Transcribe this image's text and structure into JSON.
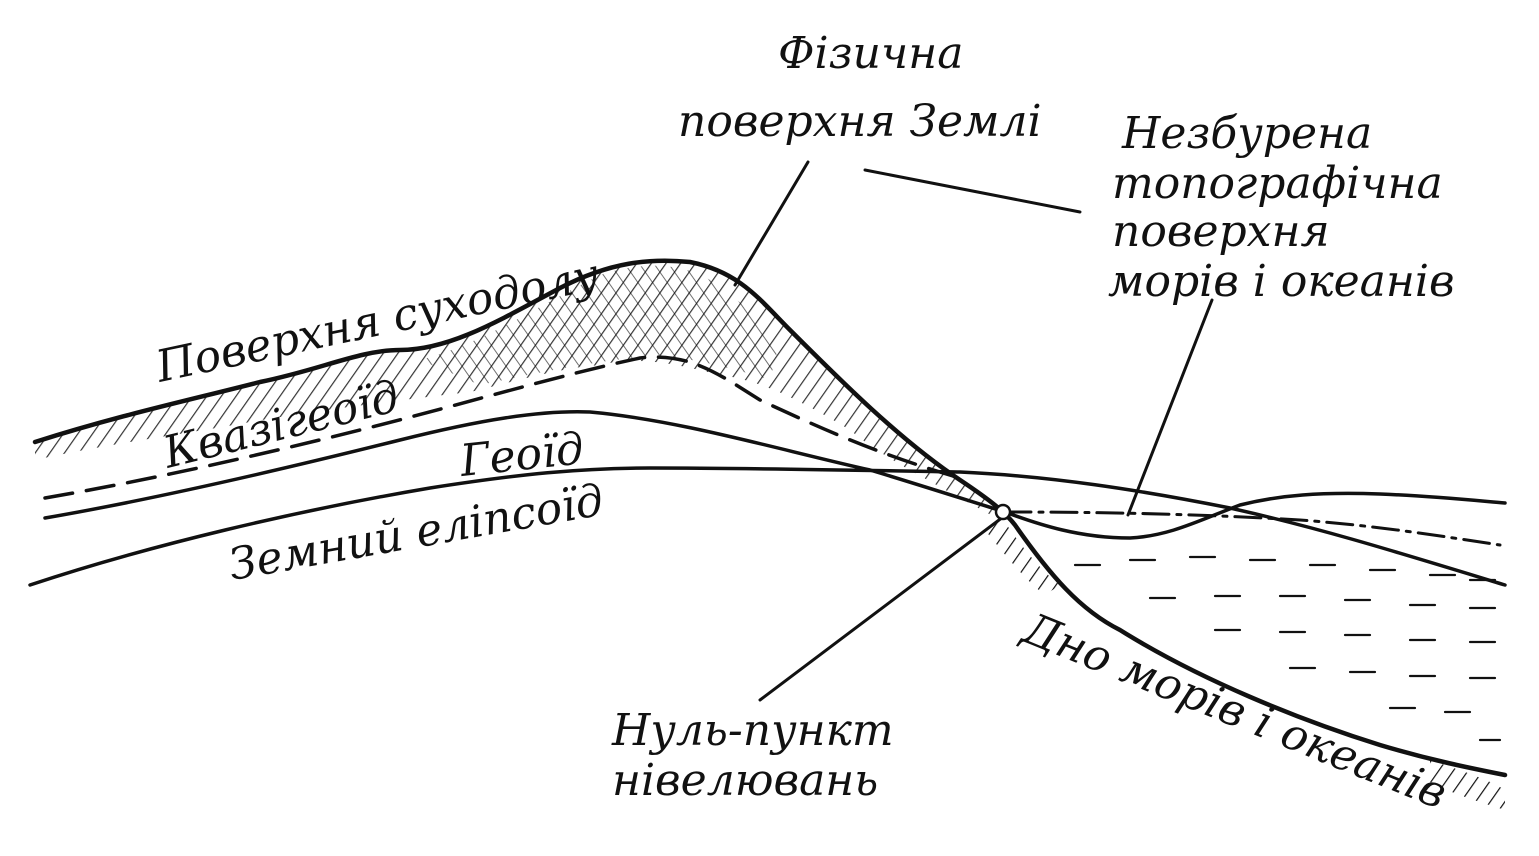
{
  "labels": {
    "physical_surface_line1": "Фізична",
    "physical_surface_line2": "поверхня Землі",
    "undisturbed_line1": "Незбурена",
    "undisturbed_line2": "топографічна",
    "undisturbed_line3": "поверхня",
    "undisturbed_line4": "морів і океанів",
    "land_surface": "Поверхня суходолу",
    "quasigeoid": "Квазігеоїд",
    "geoid": "Геоїд",
    "ellipsoid": "Земний еліпсоїд",
    "zero_point_line1": "Нуль-пункт",
    "zero_point_line2": "нівелювань",
    "sea_floor": "Дно морів і океанів"
  },
  "colors": {
    "ink": "#111111",
    "background": "#ffffff"
  }
}
